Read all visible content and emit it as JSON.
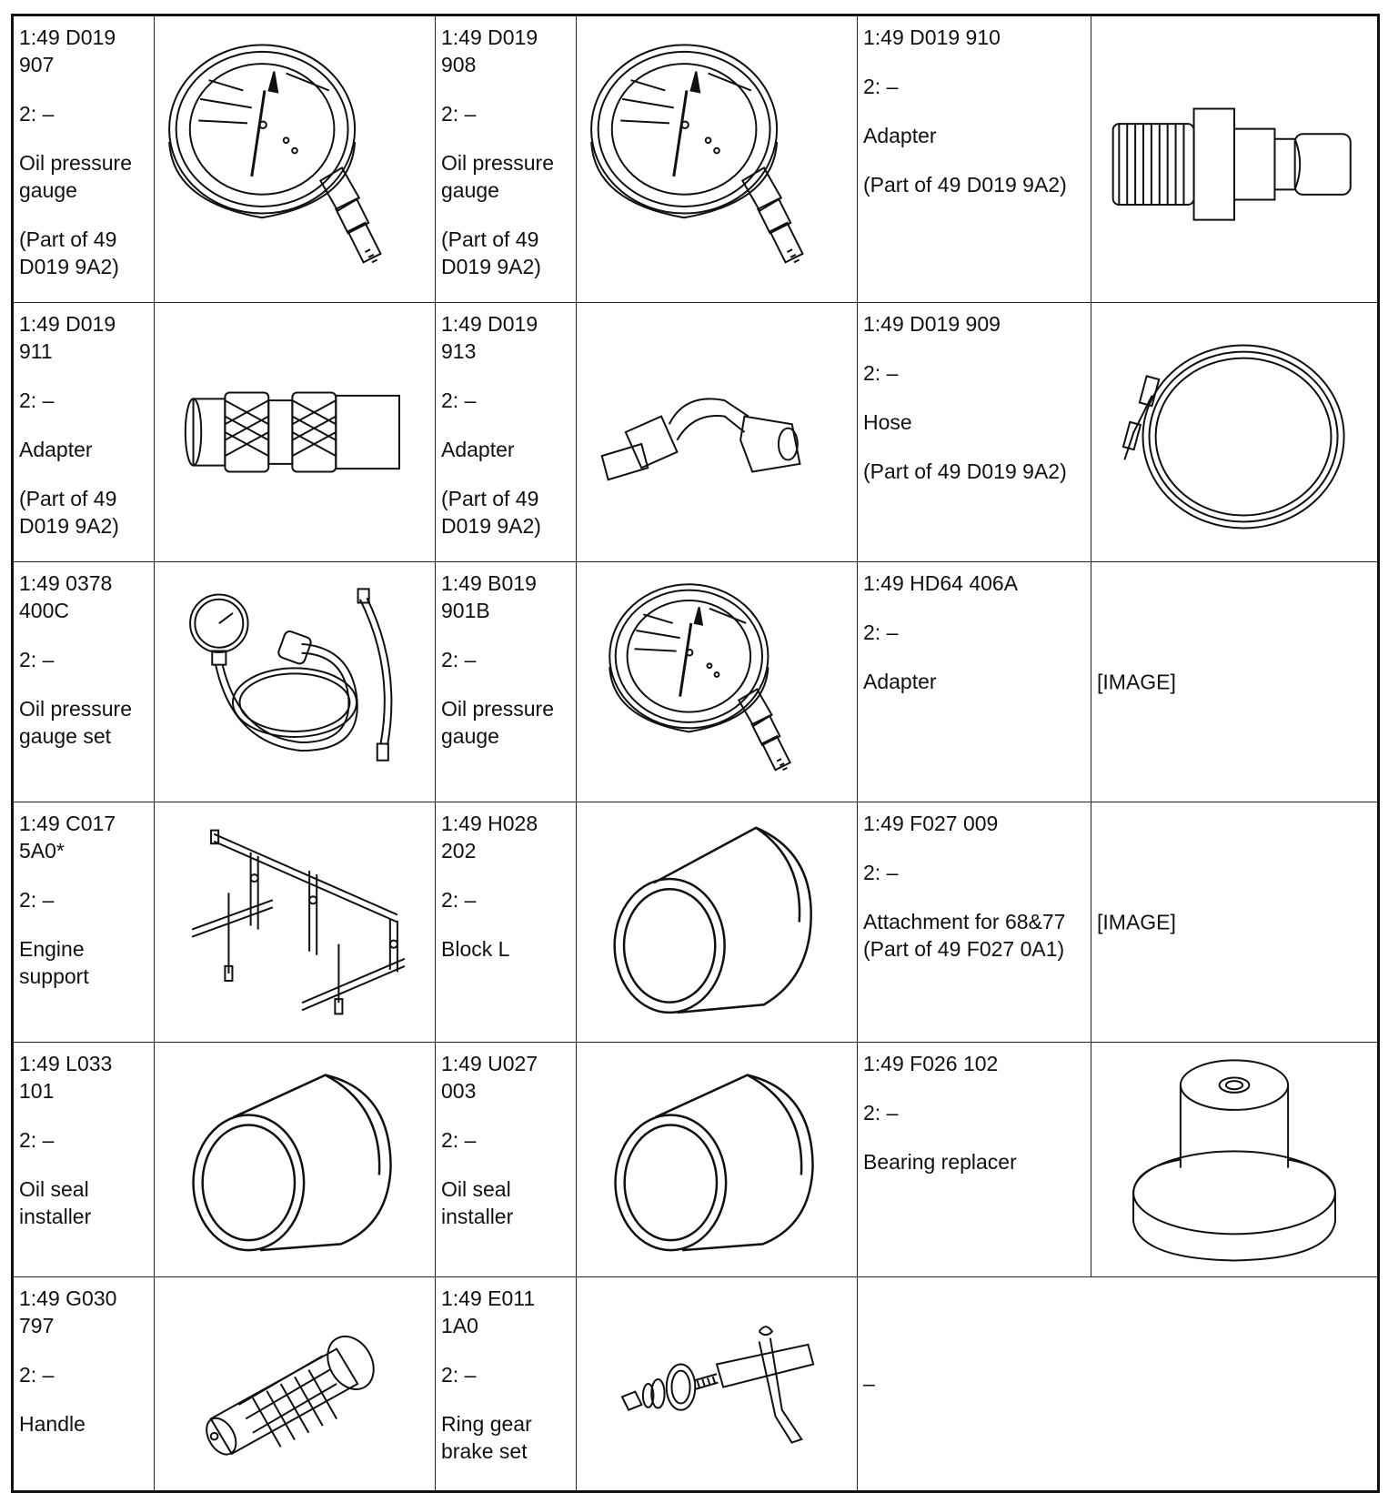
{
  "rows": [
    [
      {
        "code": "1:49 D019 907",
        "code2": "2: –",
        "name": "Oil pressure gauge",
        "note": "(Part of 49 D019 9A2)",
        "icon": "oil-pressure-gauge-icon"
      },
      {
        "code": "1:49 D019 908",
        "code2": "2: –",
        "name": "Oil pressure gauge",
        "note": "(Part of 49 D019 9A2)",
        "icon": "oil-pressure-gauge-icon"
      },
      {
        "code": "1:49 D019 910",
        "code2": "2: –",
        "name": "Adapter",
        "note": "(Part of 49 D019 9A2)",
        "icon": "adapter-plug-icon"
      }
    ],
    [
      {
        "code": "1:49 D019 911",
        "code2": "2: –",
        "name": "Adapter",
        "note": "(Part of 49 D019 9A2)",
        "icon": "quick-coupler-icon"
      },
      {
        "code": "1:49 D019 913",
        "code2": "2: –",
        "name": "Adapter",
        "note": "(Part of 49 D019 9A2)",
        "icon": "bent-adapter-icon"
      },
      {
        "code": "1:49 D019 909",
        "code2": "2: –",
        "name": "Hose",
        "note": "(Part of 49 D019 9A2)",
        "icon": "hose-coil-icon"
      }
    ],
    [
      {
        "code": "1:49 0378 400C",
        "code2": "2: –",
        "name": "Oil pressure gauge set",
        "note": "",
        "icon": "gauge-set-icon"
      },
      {
        "code": "1:49 B019 901B",
        "code2": "2: –",
        "name": "Oil pressure gauge",
        "note": "",
        "icon": "oil-pressure-gauge-icon"
      },
      {
        "code": "1:49 HD64 406A",
        "code2": "2: –",
        "name": "Adapter",
        "note": "",
        "placeholder": "[IMAGE]"
      }
    ],
    [
      {
        "code": "1:49 C017 5A0*",
        "code2": "2: –",
        "name": "Engine support",
        "note": "",
        "icon": "engine-support-icon"
      },
      {
        "code": "1:49 H028 202",
        "code2": "2: –",
        "name": "Block L",
        "note": "",
        "icon": "cylinder-block-icon"
      },
      {
        "code": "1:49 F027 009",
        "code2": "2: –",
        "name": "Attachment for 68&77",
        "note": "(Part of 49 F027 0A1)",
        "placeholder": "[IMAGE]"
      }
    ],
    [
      {
        "code": "1:49 L033 101",
        "code2": "2: –",
        "name": "Oil seal installer",
        "note": "",
        "icon": "oil-seal-installer-icon"
      },
      {
        "code": "1:49 U027 003",
        "code2": "2: –",
        "name": "Oil seal installer",
        "note": "",
        "icon": "oil-seal-installer-icon"
      },
      {
        "code": "1:49 F026 102",
        "code2": "2: –",
        "name": "Bearing replacer",
        "note": "",
        "icon": "bearing-replacer-icon"
      }
    ],
    [
      {
        "code": "1:49 G030 797",
        "code2": "2: –",
        "name": "Handle",
        "note": "",
        "icon": "handle-icon"
      },
      {
        "code": "1:49 E011 1A0",
        "code2": "2: –",
        "name": "Ring gear brake set",
        "note": "",
        "icon": "ring-gear-brake-icon"
      },
      {
        "dash": "–"
      }
    ]
  ]
}
